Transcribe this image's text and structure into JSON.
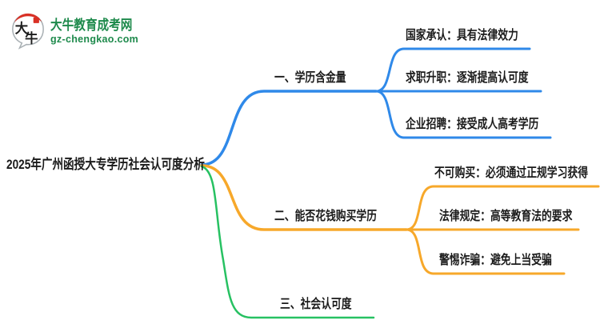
{
  "brand": {
    "title": "大牛教育成考网",
    "subtitle": "gz-chengkao.com",
    "color": "#1E8A4C",
    "icon": {
      "name": "daniu-speech-bubble-icon",
      "char_top": "大",
      "char_bottom": "牛",
      "accent_red": "#D93025",
      "bubble_stroke": "#A9B0B4"
    }
  },
  "mindmap": {
    "root": {
      "label": "2025年广州函授大专学历社会认可度分析",
      "text_color": "#1A1A1A"
    },
    "branches": [
      {
        "label": "一、学历含金量",
        "color": "#2F89E9",
        "children": [
          {
            "label": "国家承认：具有法律效力"
          },
          {
            "label": "求职升职：逐渐提高认可度"
          },
          {
            "label": "企业招聘：接受成人高考学历"
          }
        ]
      },
      {
        "label": "二、能否花钱购买学历",
        "color": "#F7A82A",
        "children": [
          {
            "label": "不可购买：必须通过正规学习获得"
          },
          {
            "label": "法律规定：高等教育法的要求"
          },
          {
            "label": "警惕诈骗：避免上当受骗"
          }
        ]
      },
      {
        "label": "三、社会认可度",
        "color": "#27C162",
        "children": []
      }
    ]
  }
}
